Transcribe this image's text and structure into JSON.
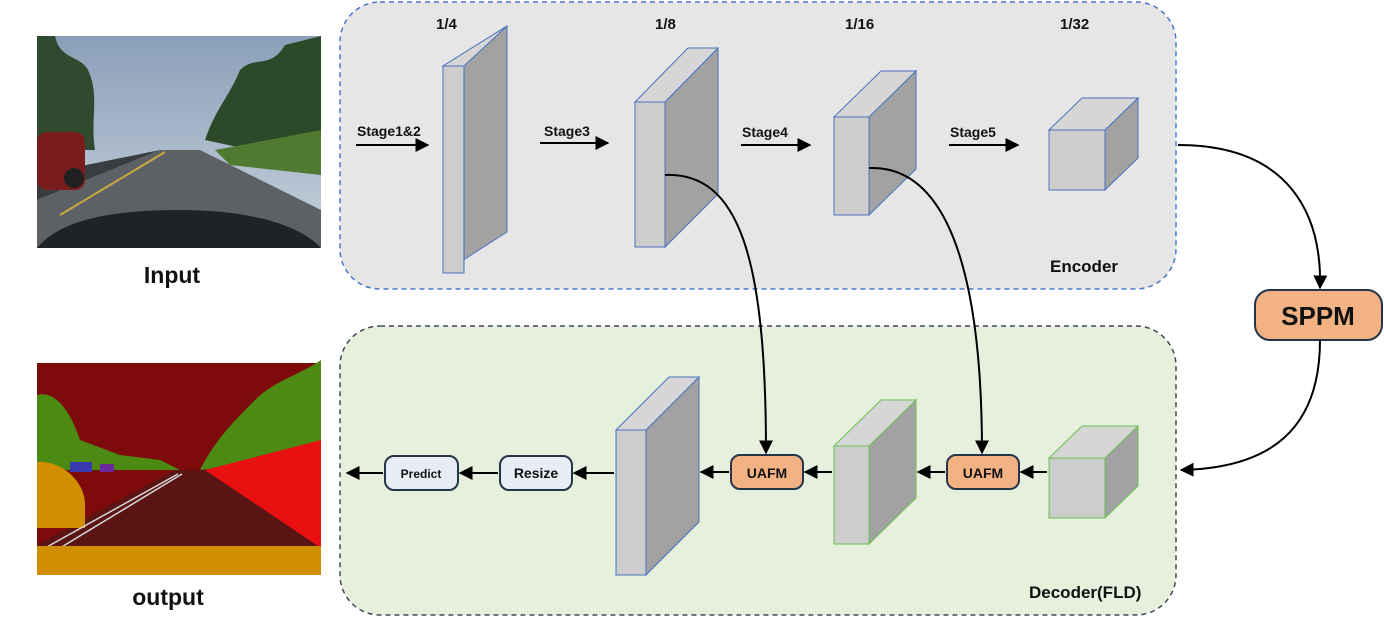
{
  "images": {
    "input_caption": "Input",
    "output_caption": "output"
  },
  "encoder": {
    "title": "Encoder",
    "scales": [
      "1/4",
      "1/8",
      "1/16",
      "1/32"
    ],
    "stages": [
      "Stage1&2",
      "Stage3",
      "Stage4",
      "Stage5"
    ]
  },
  "sppm": {
    "label": "SPPM"
  },
  "decoder": {
    "title": "Decoder(FLD)",
    "uafm_label": "UAFM",
    "resize_label": "Resize",
    "predict_label": "Predict"
  },
  "colors": {
    "encoder_bg": "#e6e6e6",
    "encoder_border": "#4a78c8",
    "decoder_bg": "#e6f0dc",
    "decoder_border": "#3f4a58",
    "module_orange": "#f2b284",
    "block_blue_edge": "#4a72c0",
    "block_green_edge": "#6cc050"
  }
}
